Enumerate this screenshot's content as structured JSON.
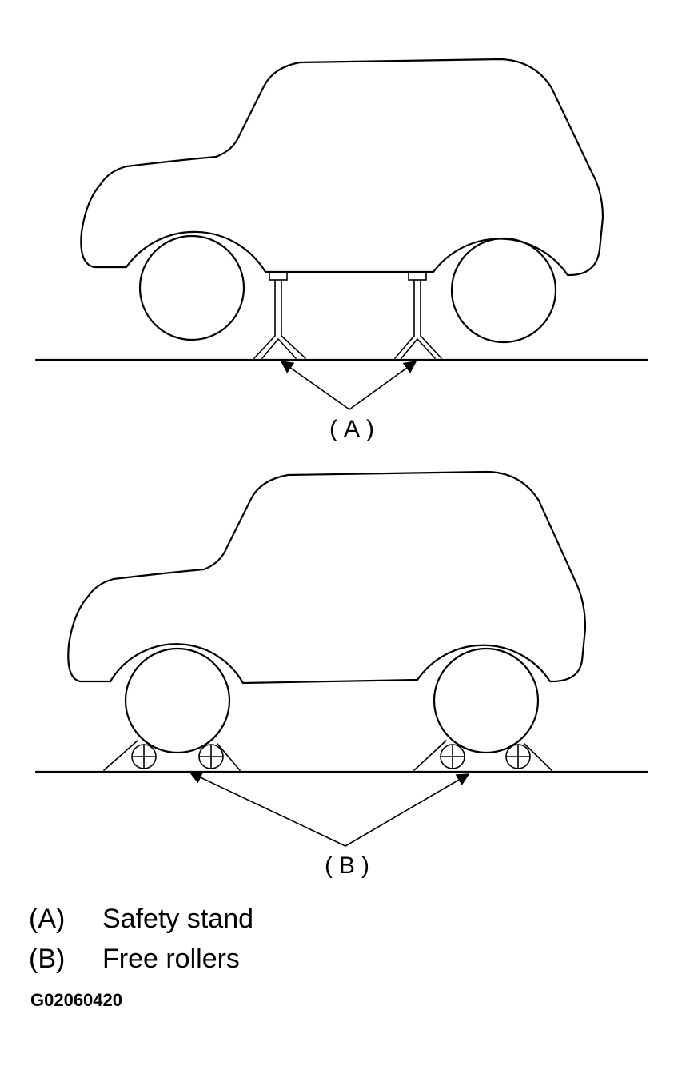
{
  "figures": [
    {
      "callout": "(A)"
    },
    {
      "callout": "(B)"
    }
  ],
  "legend": [
    {
      "key": "(A)",
      "text": "Safety stand"
    },
    {
      "key": "(B)",
      "text": "Free rollers"
    }
  ],
  "figure_id": "G02060420"
}
